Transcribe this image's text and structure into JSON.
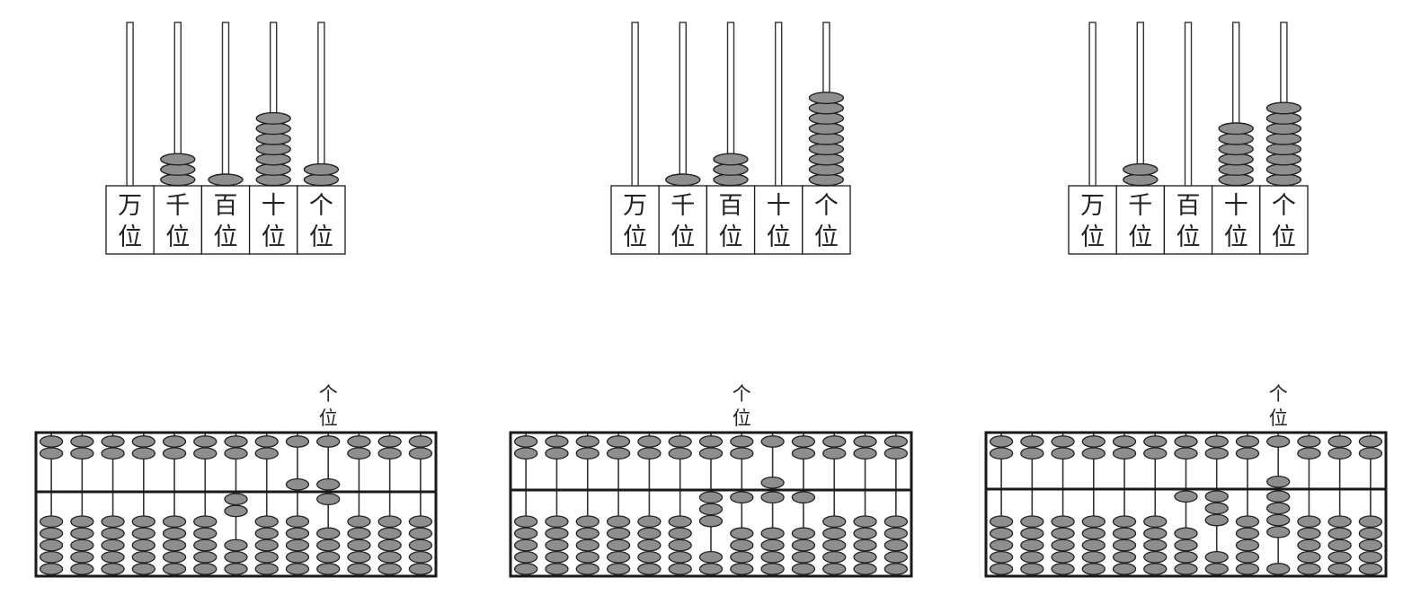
{
  "colors": {
    "bead_fill": "#8e8e8e",
    "bead_stroke": "#222222",
    "rod": "#333333",
    "frame": "#1a1a1a",
    "text": "#222222"
  },
  "counting_frames": [
    {
      "labels": [
        [
          "万",
          "位"
        ],
        [
          "千",
          "位"
        ],
        [
          "百",
          "位"
        ],
        [
          "十",
          "位"
        ],
        [
          "个",
          "位"
        ]
      ],
      "beads": [
        0,
        3,
        1,
        7,
        2
      ]
    },
    {
      "labels": [
        [
          "万",
          "位"
        ],
        [
          "千",
          "位"
        ],
        [
          "百",
          "位"
        ],
        [
          "十",
          "位"
        ],
        [
          "个",
          "位"
        ]
      ],
      "beads": [
        0,
        1,
        3,
        0,
        9
      ]
    },
    {
      "labels": [
        [
          "万",
          "位"
        ],
        [
          "千",
          "位"
        ],
        [
          "百",
          "位"
        ],
        [
          "十",
          "位"
        ],
        [
          "个",
          "位"
        ]
      ],
      "beads": [
        0,
        2,
        0,
        6,
        8
      ]
    }
  ],
  "suanpan": [
    {
      "unit_label": [
        "个",
        "位"
      ],
      "unit_column_index": 9,
      "upper_active": [
        0,
        0,
        0,
        0,
        0,
        0,
        0,
        0,
        1,
        1,
        0,
        0,
        0
      ],
      "lower_active": [
        0,
        0,
        0,
        0,
        0,
        0,
        2,
        0,
        0,
        1,
        0,
        0,
        0
      ]
    },
    {
      "unit_label": [
        "个",
        "位"
      ],
      "unit_column_index": 7,
      "upper_active": [
        0,
        0,
        0,
        0,
        0,
        0,
        0,
        0,
        1,
        0,
        0,
        0,
        0
      ],
      "lower_active": [
        0,
        0,
        0,
        0,
        0,
        0,
        3,
        1,
        1,
        1,
        0,
        0,
        0
      ]
    },
    {
      "unit_label": [
        "个",
        "位"
      ],
      "unit_column_index": 9,
      "upper_active": [
        0,
        0,
        0,
        0,
        0,
        0,
        0,
        0,
        0,
        1,
        0,
        0,
        0
      ],
      "lower_active": [
        0,
        0,
        0,
        0,
        0,
        0,
        1,
        3,
        0,
        4,
        0,
        0,
        0
      ]
    }
  ]
}
